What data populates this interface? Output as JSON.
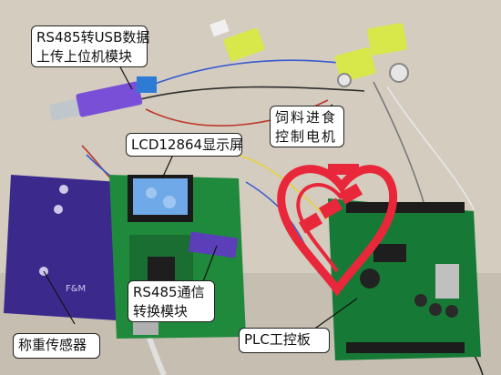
{
  "photo": {
    "background_color": "#cfc8bb",
    "pcb_green": "#1f8a3c",
    "plc_green": "#167a36",
    "load_cell_purple": "#3b2a8c",
    "motor_yellow": "#d8e84a",
    "heart_red": "#e8283a",
    "board_silkscreen": "F&M"
  },
  "callouts": {
    "rs485_usb": {
      "line1": "RS485转USB数据",
      "line2": "上传上位机模块"
    },
    "lcd": {
      "label": "LCD12864显示屏"
    },
    "feeding_motor": {
      "line1": "饲料进食",
      "line2": "控制电机"
    },
    "rs485_convert": {
      "line1": "RS485通信",
      "line2": "转换模块"
    },
    "weight_sensor": {
      "label": "称重传感器"
    },
    "plc_board": {
      "label": "PLC工控板"
    }
  }
}
